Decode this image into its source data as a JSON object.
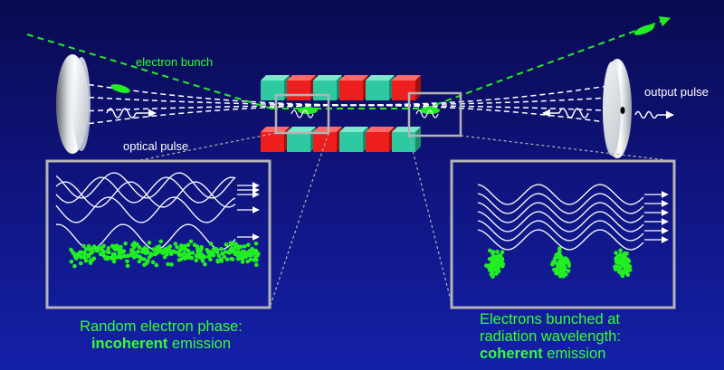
{
  "labels": {
    "electron_bunch": "electron bunch",
    "optical_pulse": "optical pulse",
    "output_pulse": "output pulse"
  },
  "captions": {
    "left": {
      "line1": "Random electron phase:",
      "bold": "incoherent",
      "rest": " emission"
    },
    "right": {
      "line1": "Electrons bunched at",
      "line2": "radiation wavelength:",
      "bold": "coherent",
      "rest": " emission"
    }
  },
  "colors": {
    "electron_green": "#22ee22",
    "magnet_red": "#ee1e1e",
    "magnet_teal": "#2ec9a0",
    "frame_grey": "#b4b4b4"
  },
  "undulator": {
    "top_row": [
      "teal",
      "red",
      "teal",
      "red",
      "teal",
      "red"
    ],
    "bottom_row": [
      "red",
      "teal",
      "red",
      "teal",
      "red",
      "teal"
    ]
  },
  "icons": [
    "left-mirror-icon",
    "output-mirror-icon",
    "wave-arrow-icon",
    "electron-bunch-icon"
  ]
}
